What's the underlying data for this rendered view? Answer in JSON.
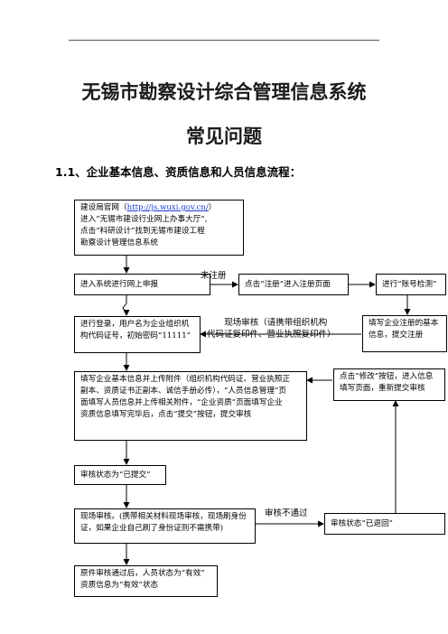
{
  "header": {
    "title": "无锡市勘察设计综合管理信息系统",
    "subtitle": "常见问题",
    "section": "1.1、企业基本信息、资质信息和人员信息流程："
  },
  "flow": {
    "box1": {
      "line1_pre": "建设局官网（",
      "link": "http://js.wuxi.gov.cn/",
      "line1_post": "）",
      "line2": "进入“无锡市建设行业网上办事大厅”,",
      "line3": "点击“科研设计”找到无锡市建设工程",
      "line4": "勘察设计管理信息系统"
    },
    "box2": "进入系统进行网上申报",
    "box3": "点击“注册”进入注册页面",
    "box4": "进行“账号检测”",
    "box5": {
      "line1": "进行登录，用户名为企业组织机",
      "line2": "构代码证号，初始密码“11111”"
    },
    "box6": {
      "line1": "填写企业注册的基本",
      "line2": "信息，提交注册"
    },
    "box7": {
      "line1": "填写企业基本信息并上传附件（组织机构代码证、营业执照正",
      "line2": "副本、资质证书正副本、诚信手册必传），“人员信息管理”页",
      "line3": "面填写人员信息并上传相关附件，“企业资质”页面填写企业",
      "line4": "资质信息填写完毕后，点击“提交”按钮，提交审核"
    },
    "box8": {
      "line1": "点击“修改”按钮，进入信息",
      "line2": "填写页面，重新提交审核"
    },
    "box9": "审核状态为“已提交”",
    "box10": {
      "line1": "现场审核。(携带相关材料现场审核，现场刷身份",
      "line2": "证，如果企业自己刷了身份证则不需携带)"
    },
    "box11": "审核状态“已退回”",
    "box12": {
      "line1": "原件审核通过后，人员状态为“有效”",
      "line2": "资质信息为“有效”状态"
    },
    "label_unregistered": "未注册",
    "label_onsite": {
      "line1": "现场审核（请携带组织机构",
      "line2": "代码证复印件、营业执照复印件）"
    },
    "label_failed": "审核不通过"
  }
}
